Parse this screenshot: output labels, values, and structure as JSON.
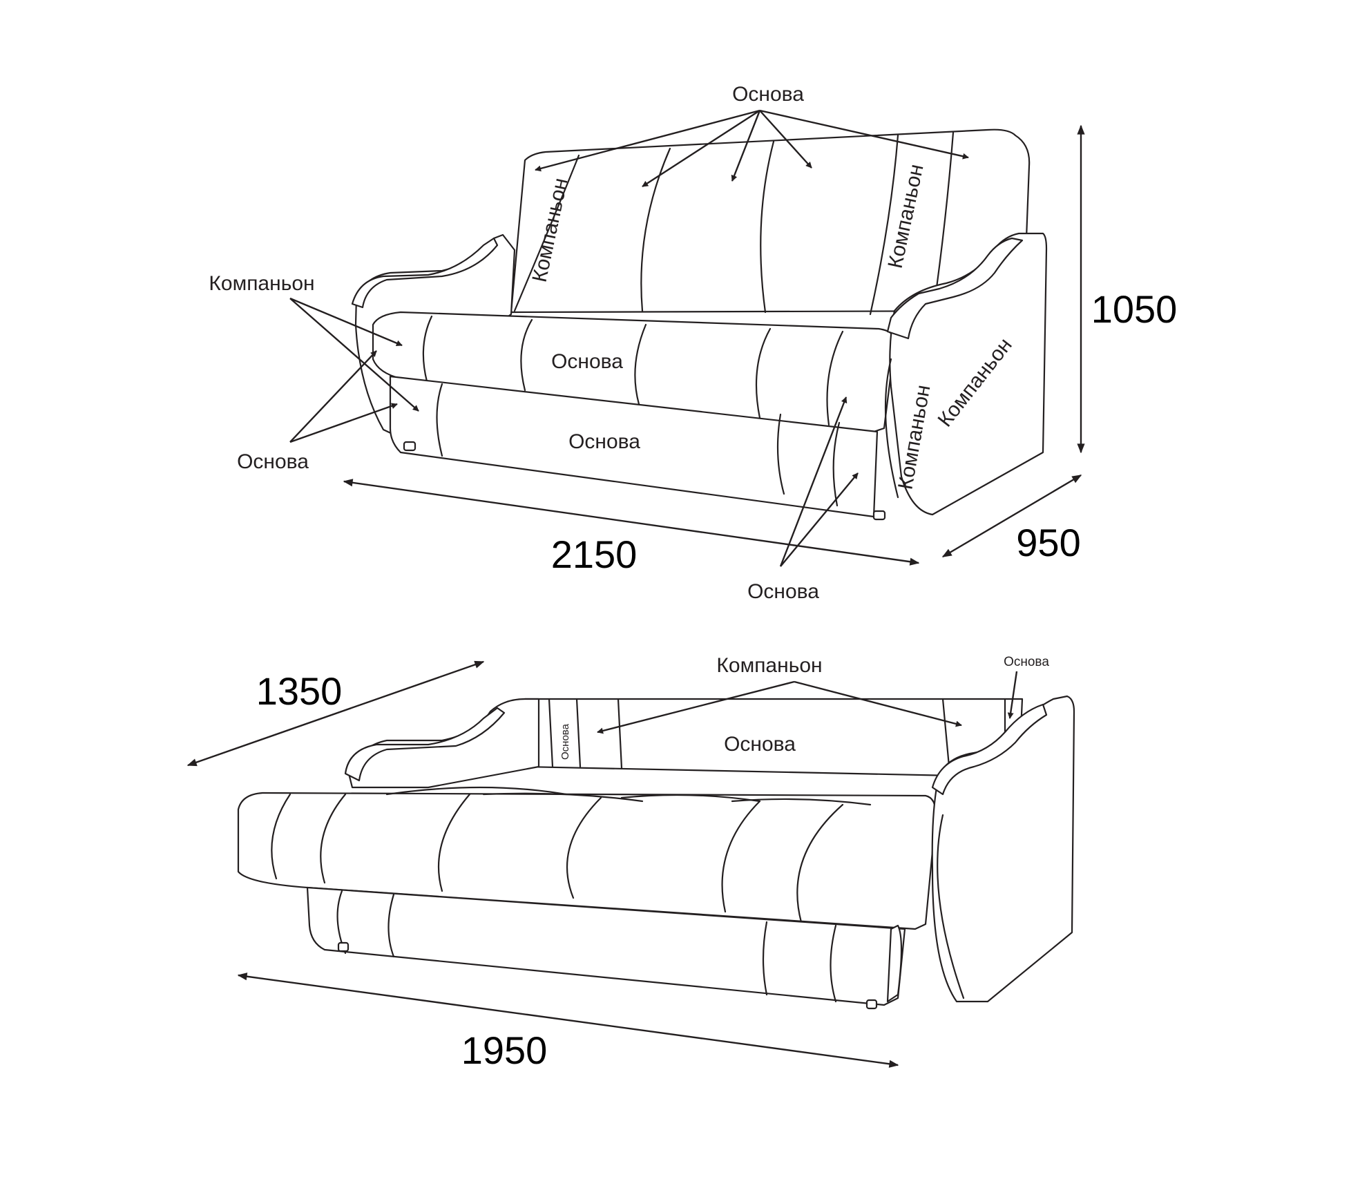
{
  "labels": {
    "base": "Основа",
    "companion": "Компаньон"
  },
  "dimensions": {
    "width_folded": "2150",
    "depth_folded": "950",
    "height": "1050",
    "depth_unfolded": "1350",
    "sleeping_length": "1950"
  },
  "colors": {
    "line": "#231f20",
    "background": "#ffffff"
  }
}
